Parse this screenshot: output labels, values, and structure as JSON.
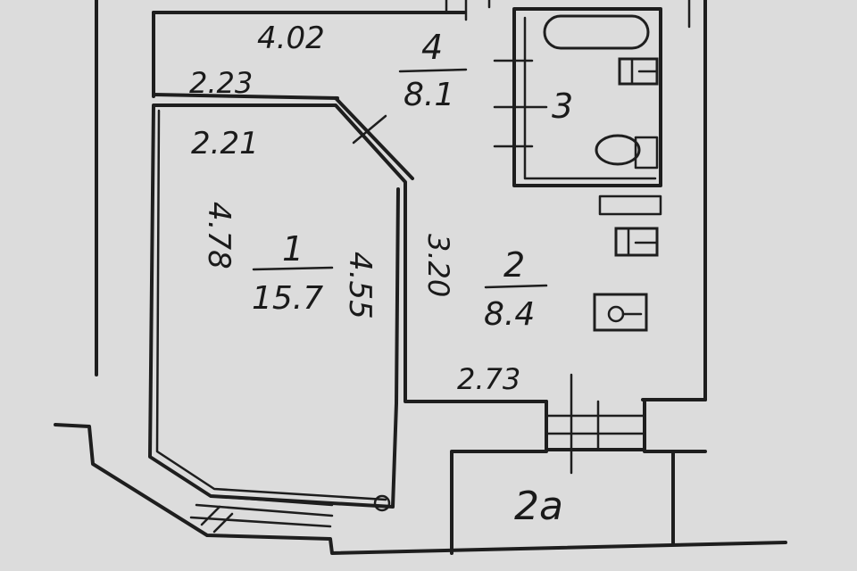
{
  "rooms": [
    {
      "number": "1",
      "area": "15.7"
    },
    {
      "number": "2",
      "area": "8.4"
    },
    {
      "number": "3"
    },
    {
      "number": "4",
      "area": "8.1"
    },
    {
      "number": "2a"
    }
  ],
  "dimensions": [
    "4.02",
    "2.23",
    "2.21",
    "4.78",
    "4.55",
    "3.20",
    "2.73"
  ],
  "colors": {
    "background": "#dcdcdc",
    "ink": "#1e1e1e"
  }
}
